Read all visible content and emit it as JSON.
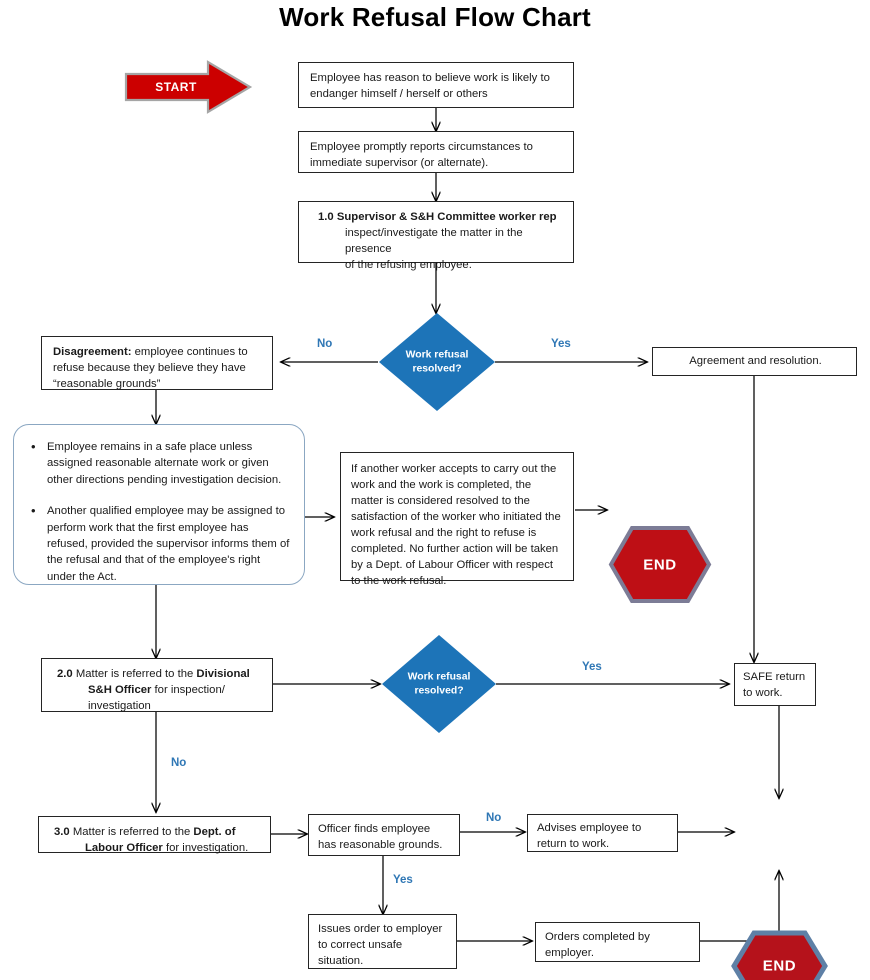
{
  "title": "Work Refusal Flow Chart",
  "colors": {
    "start_fill": "#CC0000",
    "start_border": "#9a9a9a",
    "end_fill_top": "#BE0F15",
    "end_border_top": "#7C7C96",
    "end_fill_bottom": "#B5121B",
    "end_border_bottom": "#5E80A6",
    "decision_fill": "#1D74B8",
    "box_border": "#242424",
    "round_border": "#8BA7C2",
    "edge_label": "#2F77B5",
    "connector": "#000000"
  },
  "nodes": {
    "start": {
      "label": "START"
    },
    "belief": {
      "line1": "Employee has reason to believe work is likely to",
      "line2": "endanger himself / herself or others"
    },
    "report": {
      "line1": "Employee promptly reports circumstances to",
      "line2": "immediate supervisor (or alternate)."
    },
    "step1": {
      "number": "1.0",
      "bold": "Supervisor & S&H Committee worker rep",
      "rest_line1": "inspect/investigate the matter in the presence",
      "rest_line2": "of the refusing employee."
    },
    "decision1": {
      "line1": "Work refusal",
      "line2": "resolved?"
    },
    "decision2": {
      "line1": "Work refusal",
      "line2": "resolved?"
    },
    "agreement": {
      "text": "Agreement and resolution."
    },
    "disagreement": {
      "bold": "Disagreement:",
      "rest_line1": "employee continues to",
      "rest_line2": "refuse because they believe they have",
      "rest_line3": "“reasonable grounds”"
    },
    "safe_place": {
      "bullet1": "Employee remains in a safe place unless assigned reasonable alternate work or given other directions pending investigation decision.",
      "bullet2": "Another qualified employee may be assigned to perform work that the first employee has refused, provided the supervisor informs them of the refusal and that of the employee's right under the Act."
    },
    "another_worker": {
      "text": "If another worker accepts to carry out the work and the work is completed, the matter is considered resolved to the satisfaction of the worker who initiated the work refusal and the right to refuse is completed.  No further action will be taken by a Dept. of Labour Officer with respect to the work refusal."
    },
    "end_top": {
      "label": "END"
    },
    "end_bottom": {
      "label": "END"
    },
    "step2": {
      "number": "2.0",
      "pre": "Matter is referred to the",
      "bold1": "Divisional",
      "bold2": "S&H Officer",
      "post": "for inspection/",
      "line3": "investigation"
    },
    "safe_return": {
      "line1": "SAFE return",
      "line2": "to work."
    },
    "step3": {
      "number": "3.0",
      "pre": "Matter is referred to the",
      "bold1": "Dept. of",
      "bold2": "Labour Officer",
      "post": "for investigation."
    },
    "officer_finds": {
      "line1": "Officer finds employee",
      "line2": "has reasonable grounds."
    },
    "advises": {
      "line1": "Advises employee to",
      "line2": "return to work."
    },
    "issues_order": {
      "line1": "Issues order to employer",
      "line2": "to correct unsafe",
      "line3": "situation."
    },
    "orders_completed": {
      "line1": "Orders completed by",
      "line2": "employer."
    }
  },
  "edge_labels": {
    "d1_no": "No",
    "d1_yes": "Yes",
    "d2_no": "No",
    "d2_yes": "Yes",
    "officer_no": "No",
    "officer_yes": "Yes"
  }
}
